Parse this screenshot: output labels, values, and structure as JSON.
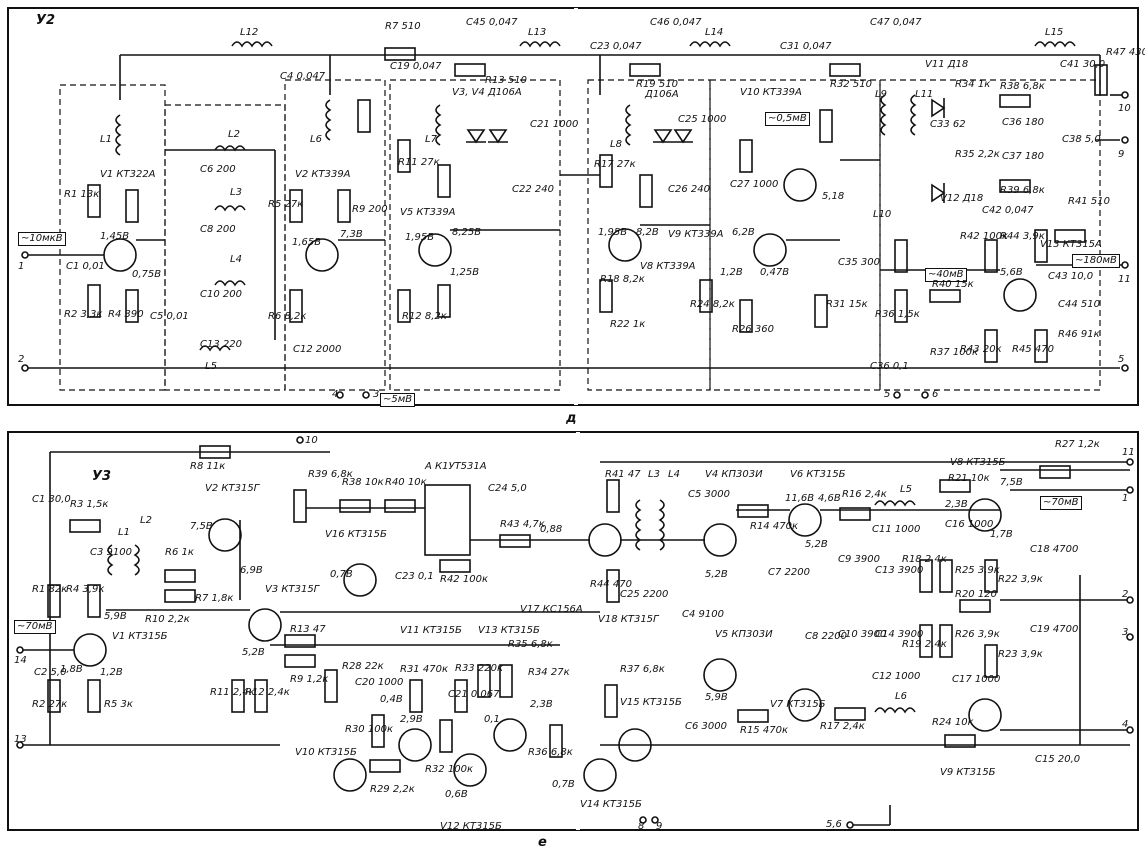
{
  "colors": {
    "ink": "#111111",
    "paper": "#ffffff"
  },
  "top": {
    "block": "У2",
    "panel_letter": "д",
    "input_level": "~10мкВ",
    "out_level_1": "~5мВ",
    "out_level_2": "~0,5мВ",
    "out_level_3": "~40мВ",
    "out_level_4": "~180мВ",
    "diodes_1": "V3, V4 Д106А",
    "diode_v6": "Д106А",
    "transistor_v10": "V10 КТ339А",
    "diode_v11": "V11 Д18",
    "diode_v12": "V12 Д18",
    "transistor_v1": "V1 КТ322А",
    "transistor_v2": "V2 КТ339А",
    "transistor_v5": "V5 КТ339А",
    "transistor_v8": "V8 КТ339А",
    "transistor_v9": "V9 КТ339А",
    "transistor_v13": "V13 КТ315А",
    "comp_L12": "L12",
    "comp_R7": "R7 510",
    "comp_C45": "C45 0,047",
    "comp_L13": "L13",
    "comp_C46": "C46 0,047",
    "comp_L14": "L14",
    "comp_C47": "C47 0,047",
    "comp_L15": "L15",
    "comp_C23": "C23 0,047",
    "comp_C31": "C31 0,047",
    "comp_R19": "R19 510",
    "comp_R32": "R32 510",
    "comp_R13": "R13 510",
    "comp_C19": "C19 0,047",
    "comp_C4": "C4 0,047",
    "comp_R47": "R47 430",
    "comp_C41": "C41 30,0",
    "comp_R1": "R1 13к",
    "comp_R2": "R2 3,3к",
    "comp_R4": "R4 390",
    "comp_C1": "C1 0,01",
    "comp_C5": "C5 0,01",
    "comp_L1": "L1",
    "comp_L2": "L2",
    "comp_L3": "L3",
    "comp_L4": "L4",
    "comp_L5": "L5",
    "comp_L6": "L6",
    "comp_L7": "L7",
    "comp_L8": "L8",
    "comp_L9": "L9",
    "comp_L10": "L10",
    "comp_L11": "L11",
    "comp_C6": "C6 200",
    "comp_C8": "C8 200",
    "comp_C10": "C10 200",
    "comp_C12": "C12 2000",
    "comp_C13": "C13 220",
    "comp_R5": "R5 27к",
    "comp_R6": "R6 8,2к",
    "comp_R9": "R9 200",
    "comp_R11": "R11 27к",
    "comp_R12": "R12 8,2к",
    "comp_R17": "R17 27к",
    "comp_R18": "R18 8,2к",
    "comp_R22": "R22 1к",
    "comp_R24": "R24 8,2к",
    "comp_R26": "R26 360",
    "comp_R31": "R31 15к",
    "comp_R36": "R36 1,5к",
    "comp_R37": "R37 100к",
    "comp_R40": "R40 15к",
    "comp_R42": "R42 100к",
    "comp_R43": "R43 20к",
    "comp_R44": "R44 3,9к",
    "comp_R45": "R45 470",
    "comp_R46": "R46 91к",
    "comp_R41": "R41 510",
    "comp_C42": "C42 0,047",
    "comp_C43": "C43 10,0",
    "comp_C44": "C44 510",
    "comp_C38": "C38 5,0",
    "comp_C22": "C22 240",
    "comp_C21": "C21 1000",
    "comp_C26": "C26 240",
    "comp_C25": "C25 1000",
    "comp_C27": "C27 1000",
    "comp_C35": "C35 300",
    "comp_C36": "C36 0,1",
    "comp_R34": "R34 1к",
    "comp_R38": "R38 6,8к",
    "comp_R39": "R39 6,8к",
    "comp_R35": "R35 2,2к",
    "comp_C36b": "C36 180",
    "comp_C37": "C37 180",
    "comp_C33": "C33 62",
    "v_1": "1,45В",
    "v_2": "1,65В",
    "v_3": "1,95В",
    "v_4": "8,25В",
    "v_5": "1,95В",
    "v_6": "8,2В",
    "v_7": "6,2В",
    "v_8": "1,2В",
    "v_9": "5,6В",
    "v_10": "7,3В",
    "v_11": "0,75В",
    "v_12": "1,25В",
    "v_13": "0,47В",
    "v_14": "5,18",
    "pin_1": "1",
    "pin_2": "2",
    "pin_3": "3",
    "pin_4": "4",
    "pin_5": "5",
    "pin_6": "6",
    "pin_9": "9",
    "pin_10": "10",
    "pin_11": "11",
    "pin_5b": "5"
  },
  "bottom": {
    "block": "У3",
    "panel_letter": "е",
    "chip": "А К1УТ531А",
    "input_level": "~70мВ",
    "out_level": "~70мВ",
    "transistor_v1": "V1 КТ315Б",
    "transistor_v2": "V2 КТ315Г",
    "transistor_v3": "V3 КТ315Г",
    "transistor_v16": "V16 КТ315Б",
    "transistor_v10": "V10 КТ315Б",
    "transistor_v11": "V11 КТ315Б",
    "transistor_v12": "V12 КТ315Б",
    "transistor_v13": "V13 КТ315Б",
    "transistor_v14": "V14 КТ315Б",
    "transistor_v15": "V15 КТ315Б",
    "transistor_v18": "V18 КТ315Г",
    "transistor_v4": "V4 КП303И",
    "transistor_v5": "V5 КП303И",
    "transistor_v6": "V6 КТ315Б",
    "transistor_v7": "V7 КТ315Б",
    "transistor_v8": "V8 КТ315Б",
    "transistor_v9": "V9 КТ315Б",
    "zener_v17": "V17 КС156А",
    "comp_R8": "R8 11к",
    "comp_C1": "C1 30,0",
    "comp_R3": "R3 1,5к",
    "comp_C3": "C3 9100",
    "comp_R1": "R1 82к",
    "comp_R4": "R4 3,9к",
    "comp_R2": "R2 27к",
    "comp_R5": "R5 3к",
    "comp_C2": "C2 5,0",
    "comp_R6": "R6 1к",
    "comp_R7": "R7 1,8к",
    "comp_R10": "R10 2,2к",
    "comp_R11": "R11 2,4к",
    "comp_R12": "R12 2,4к",
    "comp_R13": "R13 47",
    "comp_R9": "R9 1,2к",
    "comp_R39": "R39 6,8к",
    "comp_R38": "R38 10к",
    "comp_R40": "R40 10к",
    "comp_C24": "C24 5,0",
    "comp_R43": "R43 4,7к",
    "comp_C23": "C23 0,1",
    "comp_R42": "R42 100к",
    "comp_R28": "R28 22к",
    "comp_C20": "C20 1000",
    "comp_R31": "R31 470к",
    "comp_R33": "R33 220к",
    "comp_C21": "C21 0,067",
    "comp_R35": "R35 6,8к",
    "comp_R34": "R34 27к",
    "comp_R36": "R36 6,8к",
    "comp_R30": "R30 100к",
    "comp_R29": "R29 2,2к",
    "comp_R32": "R32 100к",
    "comp_R41": "R41 47",
    "comp_R44": "R44 470",
    "comp_C25": "C25 2200",
    "comp_C5": "C5 3000",
    "comp_R14": "R14 470к",
    "comp_C4": "C4 9100",
    "comp_C6": "C6 3000",
    "comp_R15": "R15 470к",
    "comp_C7": "C7 2200",
    "comp_C8": "C8 2200",
    "comp_R16": "R16 2,4к",
    "comp_R17": "R17 2,4к",
    "comp_L5": "L5",
    "comp_L6": "L6",
    "comp_C9": "C9 3900",
    "comp_C10": "C10 3900",
    "comp_C11": "C11 1000",
    "comp_C12": "C12 1000",
    "comp_C13": "C13 3900",
    "comp_C14": "C14 3900",
    "comp_R18": "R18 2,4к",
    "comp_R19": "R19 2,4к",
    "comp_R20": "R20 120",
    "comp_R25": "R25 3,9к",
    "comp_R26": "R26 3,9к",
    "comp_R22": "R22 3,9к",
    "comp_R23": "R23 3,9к",
    "comp_C16": "C16 1000",
    "comp_C17": "C17 1000",
    "comp_C18": "C18 4700",
    "comp_C19": "C19 4700",
    "comp_R27": "R27 1,2к",
    "comp_R21": "R21 10к",
    "comp_R24": "R24 10к",
    "comp_C15": "C15 20,0",
    "comp_R37": "R37 6,8к",
    "comp_L1": "L1",
    "comp_L2": "L2",
    "comp_L3": "L3",
    "comp_L4": "L4",
    "v_1": "7,5В",
    "v_2": "6,9В",
    "v_3": "5,9В",
    "v_4": "5,2В",
    "v_5": "1,8В",
    "v_6": "1,2В",
    "v_7": "0,7В",
    "v_8": "0,88",
    "v_9": "11,6В",
    "v_10": "4,6В",
    "v_11": "5,2В",
    "v_12": "5,2В",
    "v_13": "5,9В",
    "v_14": "2,3В",
    "v_15": "7,5В",
    "v_16": "1,7В",
    "v_17": "0,4В",
    "v_18": "2,9В",
    "v_19": "0,6В",
    "v_20": "0,1",
    "v_21": "2,3В",
    "v_22": "0,7В",
    "pin_10": "10",
    "pin_14": "14",
    "pin_13": "13",
    "pin_8": "8",
    "pin_9": "9",
    "pin_11": "11",
    "pin_1": "1",
    "pin_2": "2",
    "pin_3": "3",
    "pin_4": "4",
    "pin_56": "5,6"
  }
}
